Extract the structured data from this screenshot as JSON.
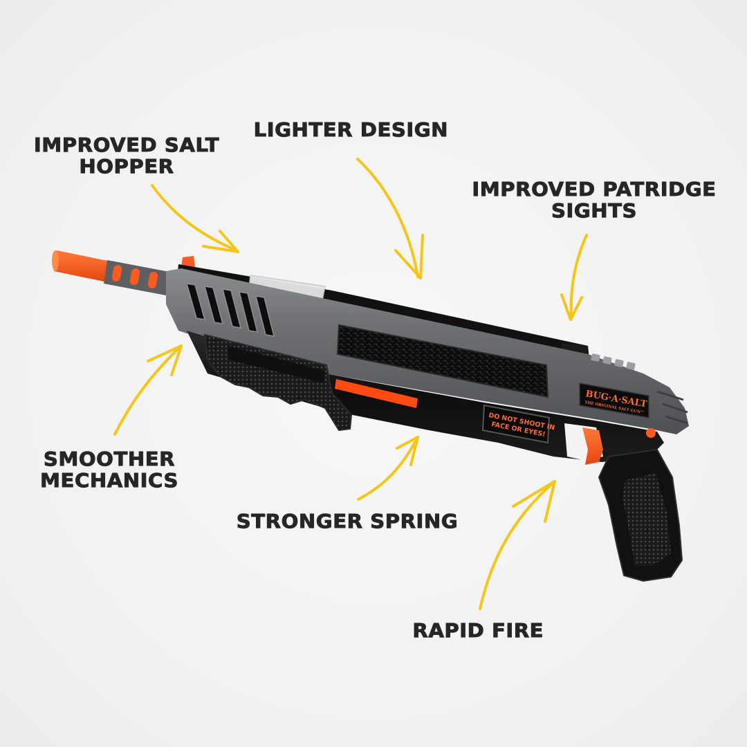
{
  "product": {
    "name": "Bug-A-Salt",
    "brand_decal": {
      "logo": "BUG·A·SALT",
      "tagline": "THE ORIGINAL SALT GUN™"
    },
    "warning_decal": {
      "line1": "DO NOT SHOOT IN",
      "line2": "FACE OR EYES!"
    }
  },
  "callouts": [
    {
      "id": "salt-hopper",
      "lines": [
        "IMPROVED SALT",
        "HOPPER"
      ]
    },
    {
      "id": "lighter-design",
      "lines": [
        "LIGHTER DESIGN"
      ]
    },
    {
      "id": "patridge-sights",
      "lines": [
        "IMPROVED PATRIDGE",
        "SIGHTS"
      ]
    },
    {
      "id": "smoother-mechanics",
      "lines": [
        "SMOOTHER",
        "MECHANICS"
      ]
    },
    {
      "id": "stronger-spring",
      "lines": [
        "STRONGER SPRING"
      ]
    },
    {
      "id": "rapid-fire",
      "lines": [
        "RAPID FIRE"
      ]
    }
  ],
  "colors": {
    "background": "#f3f3f3",
    "label_text": "#262626",
    "arrow": "#f5c518",
    "gun_gray": "#6b6d70",
    "gun_black": "#121212",
    "accent_orange": "#ff5a1f"
  }
}
